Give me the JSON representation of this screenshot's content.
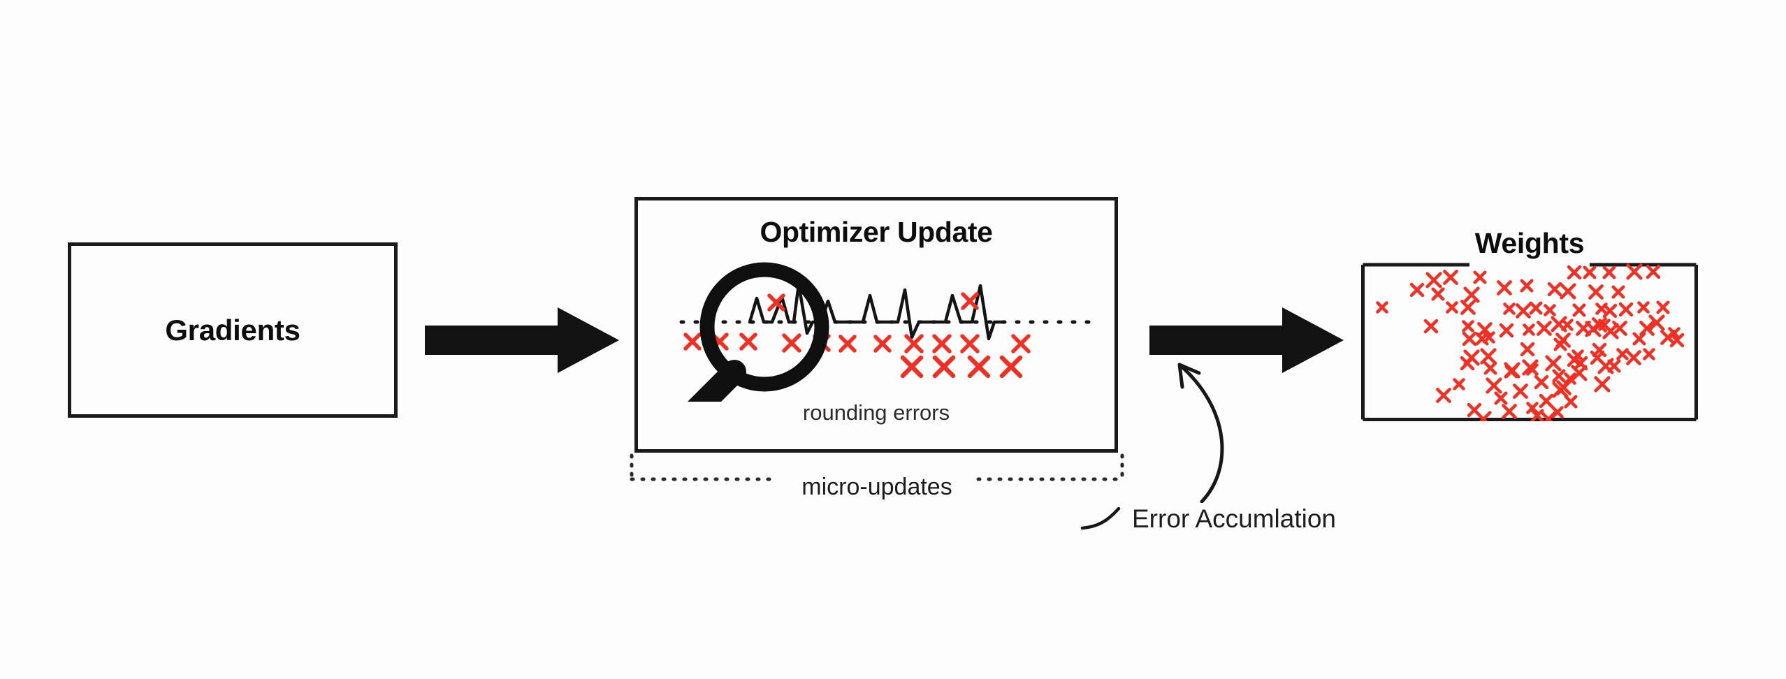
{
  "diagram": {
    "title_implied": "Optimizer update rounding error accumulation",
    "background_color": "#fdfdfd",
    "stroke_color": "#1a1a1a",
    "accent_red": "#ee3124"
  },
  "gradients": {
    "label": "Gradients"
  },
  "arrow_1": {
    "name": "gradients-to-optimizer-arrow"
  },
  "arrow_2": {
    "name": "optimizer-to-weights-arrow"
  },
  "optimizer": {
    "title": "Optimizer Update",
    "caption": "rounding errors",
    "magnifier_icon": "magnifying-glass-icon",
    "bracket_label": "micro-updates"
  },
  "error_accumulation": {
    "label": "Error Accumlation",
    "arrow_icon": "curved-arrow-icon"
  },
  "weights": {
    "title": "Weights",
    "marker_glyph": "x",
    "marker_color": "#ee3124",
    "marker_count": 96
  },
  "chart_data": {
    "type": "scatter",
    "title": "Weights",
    "xlabel": "",
    "ylabel": "",
    "marker": "x",
    "color": "#ee3124",
    "xlim": [
      0,
      482
    ],
    "ylim": [
      0,
      251
    ],
    "grid": false,
    "legend": null,
    "points": [
      [
        30,
        88
      ],
      [
        80,
        63
      ],
      [
        104,
        49
      ],
      [
        110,
        69
      ],
      [
        128,
        45
      ],
      [
        130,
        88
      ],
      [
        100,
        115
      ],
      [
        158,
        70
      ],
      [
        170,
        45
      ],
      [
        153,
        88
      ],
      [
        153,
        115
      ],
      [
        155,
        133
      ],
      [
        158,
        160
      ],
      [
        173,
        133
      ],
      [
        177,
        120
      ],
      [
        183,
        131
      ],
      [
        152,
        168
      ],
      [
        182,
        158
      ],
      [
        185,
        175
      ],
      [
        205,
        60
      ],
      [
        212,
        90
      ],
      [
        208,
        121
      ],
      [
        216,
        178
      ],
      [
        237,
        57
      ],
      [
        232,
        93
      ],
      [
        240,
        120
      ],
      [
        238,
        148
      ],
      [
        242,
        174
      ],
      [
        250,
        89
      ],
      [
        262,
        118
      ],
      [
        270,
        92
      ],
      [
        277,
        62
      ],
      [
        283,
        112
      ],
      [
        285,
        141
      ],
      [
        289,
        135
      ],
      [
        295,
        113
      ],
      [
        305,
        38
      ],
      [
        296,
        65
      ],
      [
        312,
        92
      ],
      [
        318,
        118
      ],
      [
        310,
        157
      ],
      [
        314,
        168
      ],
      [
        332,
        119
      ],
      [
        327,
        38
      ],
      [
        336,
        66
      ],
      [
        344,
        90
      ],
      [
        341,
        149
      ],
      [
        350,
        172
      ],
      [
        355,
        38
      ],
      [
        341,
        113
      ],
      [
        348,
        113
      ],
      [
        356,
        93
      ],
      [
        357,
        122
      ],
      [
        368,
        66
      ],
      [
        370,
        118
      ],
      [
        374,
        155
      ],
      [
        379,
        91
      ],
      [
        391,
        37
      ],
      [
        398,
        133
      ],
      [
        409,
        118
      ],
      [
        404,
        88
      ],
      [
        418,
        37
      ],
      [
        423,
        110
      ],
      [
        432,
        88
      ],
      [
        439,
        131
      ],
      [
        448,
        125
      ],
      [
        452,
        135
      ],
      [
        190,
        200
      ],
      [
        215,
        180
      ],
      [
        228,
        208
      ],
      [
        245,
        177
      ],
      [
        258,
        195
      ],
      [
        275,
        168
      ],
      [
        283,
        186
      ],
      [
        290,
        203
      ],
      [
        299,
        190
      ],
      [
        305,
        163
      ],
      [
        312,
        182
      ],
      [
        200,
        218
      ],
      [
        212,
        237
      ],
      [
        245,
        232
      ],
      [
        265,
        222
      ],
      [
        285,
        206
      ],
      [
        300,
        223
      ],
      [
        118,
        214
      ],
      [
        140,
        198
      ],
      [
        162,
        235
      ],
      [
        175,
        248
      ],
      [
        252,
        243
      ],
      [
        268,
        248
      ],
      [
        281,
        238
      ],
      [
        338,
        160
      ],
      [
        345,
        198
      ],
      [
        362,
        172
      ],
      [
        390,
        160
      ],
      [
        412,
        155
      ]
    ]
  },
  "waveform_data": {
    "type": "line",
    "description": "jagged signal on dotted baseline",
    "baseline_y": 0,
    "red_markers_above": 2,
    "red_markers_below_row1": 11,
    "red_markers_below_row2": 4
  }
}
